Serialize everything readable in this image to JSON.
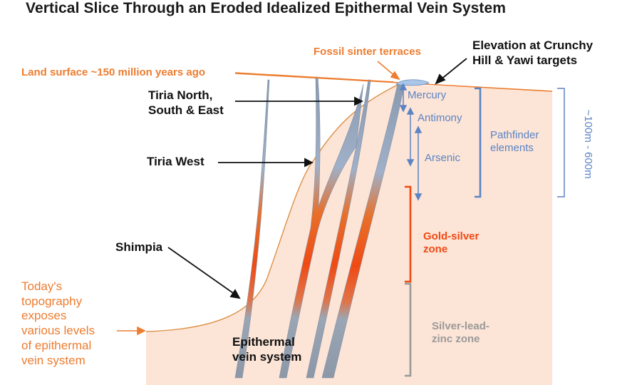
{
  "title": "Vertical Slice Through an Eroded Idealized Epithermal Vein System",
  "labels": {
    "land_surface": "Land surface ~150 million years ago",
    "fossil_sinter": "Fossil sinter terraces",
    "elevation": "Elevation at Crunchy\nHill & Yawi targets",
    "tiria_nse": "Tiria North,\nSouth & East",
    "tiria_west": "Tiria West",
    "shimpia": "Shimpia",
    "todays_topography": "Today's\ntopography\nexposes\nvarious levels\nof epithermal\nvein system",
    "epithermal": "Epithermal\nvein system"
  },
  "zones": {
    "mercury": "Mercury",
    "antimony": "Antimony",
    "arsenic": "Arsenic",
    "pathfinder": "Pathfinder\nelements",
    "depth": "~100m - 600m",
    "gold_silver": "Gold-silver\nzone",
    "silver_lead_zinc": "Silver-lead-\nzinc zone"
  },
  "colors": {
    "orange": "#ED7D31",
    "blue": "#5B84C4",
    "red": "#F04A14",
    "grey": "#9A9A9A",
    "fill": "#FCE4D6",
    "vein_grey": "#8A9BB0"
  }
}
